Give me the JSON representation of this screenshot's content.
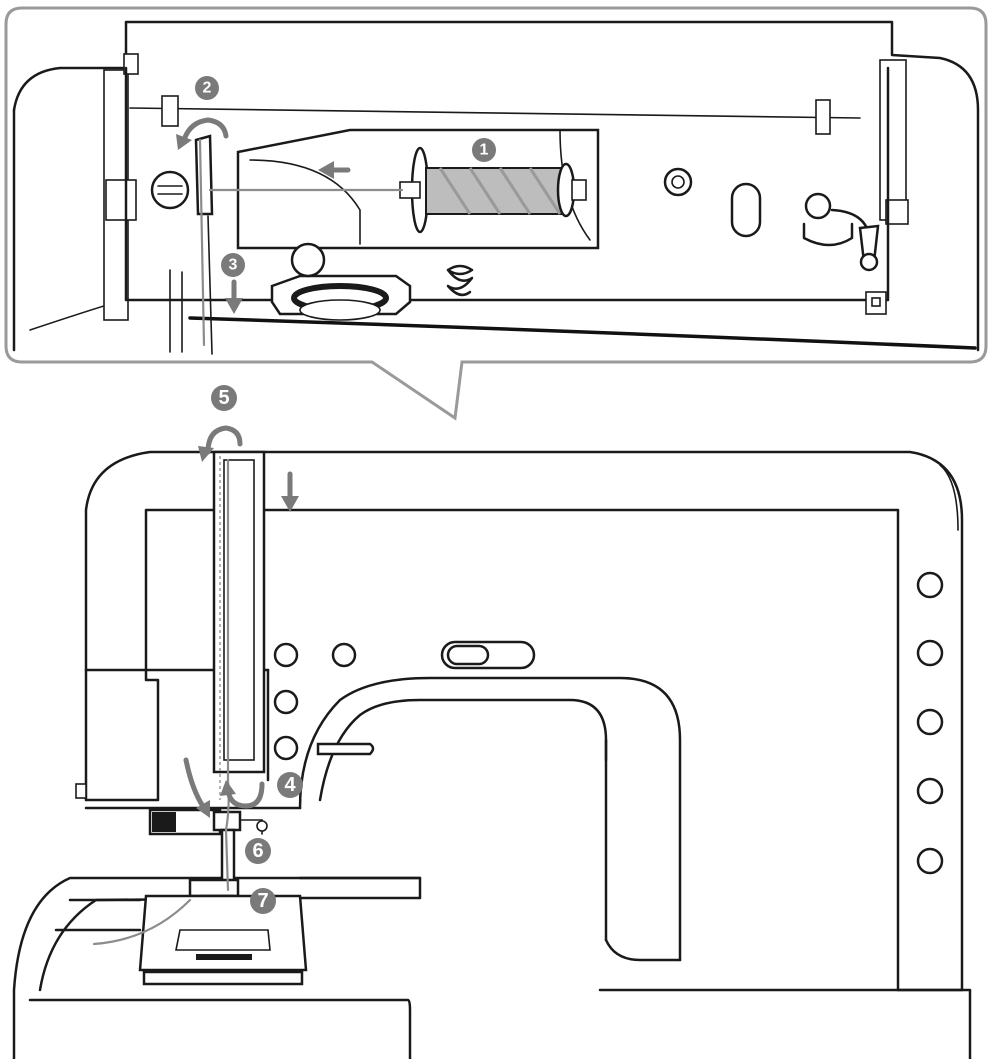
{
  "steps": [
    {
      "id": "1",
      "label": "1"
    },
    {
      "id": "2",
      "label": "2"
    },
    {
      "id": "3",
      "label": "3"
    },
    {
      "id": "4",
      "label": "4"
    },
    {
      "id": "5",
      "label": "5"
    },
    {
      "id": "6",
      "label": "6"
    },
    {
      "id": "7",
      "label": "7"
    }
  ],
  "colors": {
    "line": "#1a1a1a",
    "thread": "#8c8c8c",
    "marker": "#7a7a7a",
    "background": "#ffffff"
  }
}
